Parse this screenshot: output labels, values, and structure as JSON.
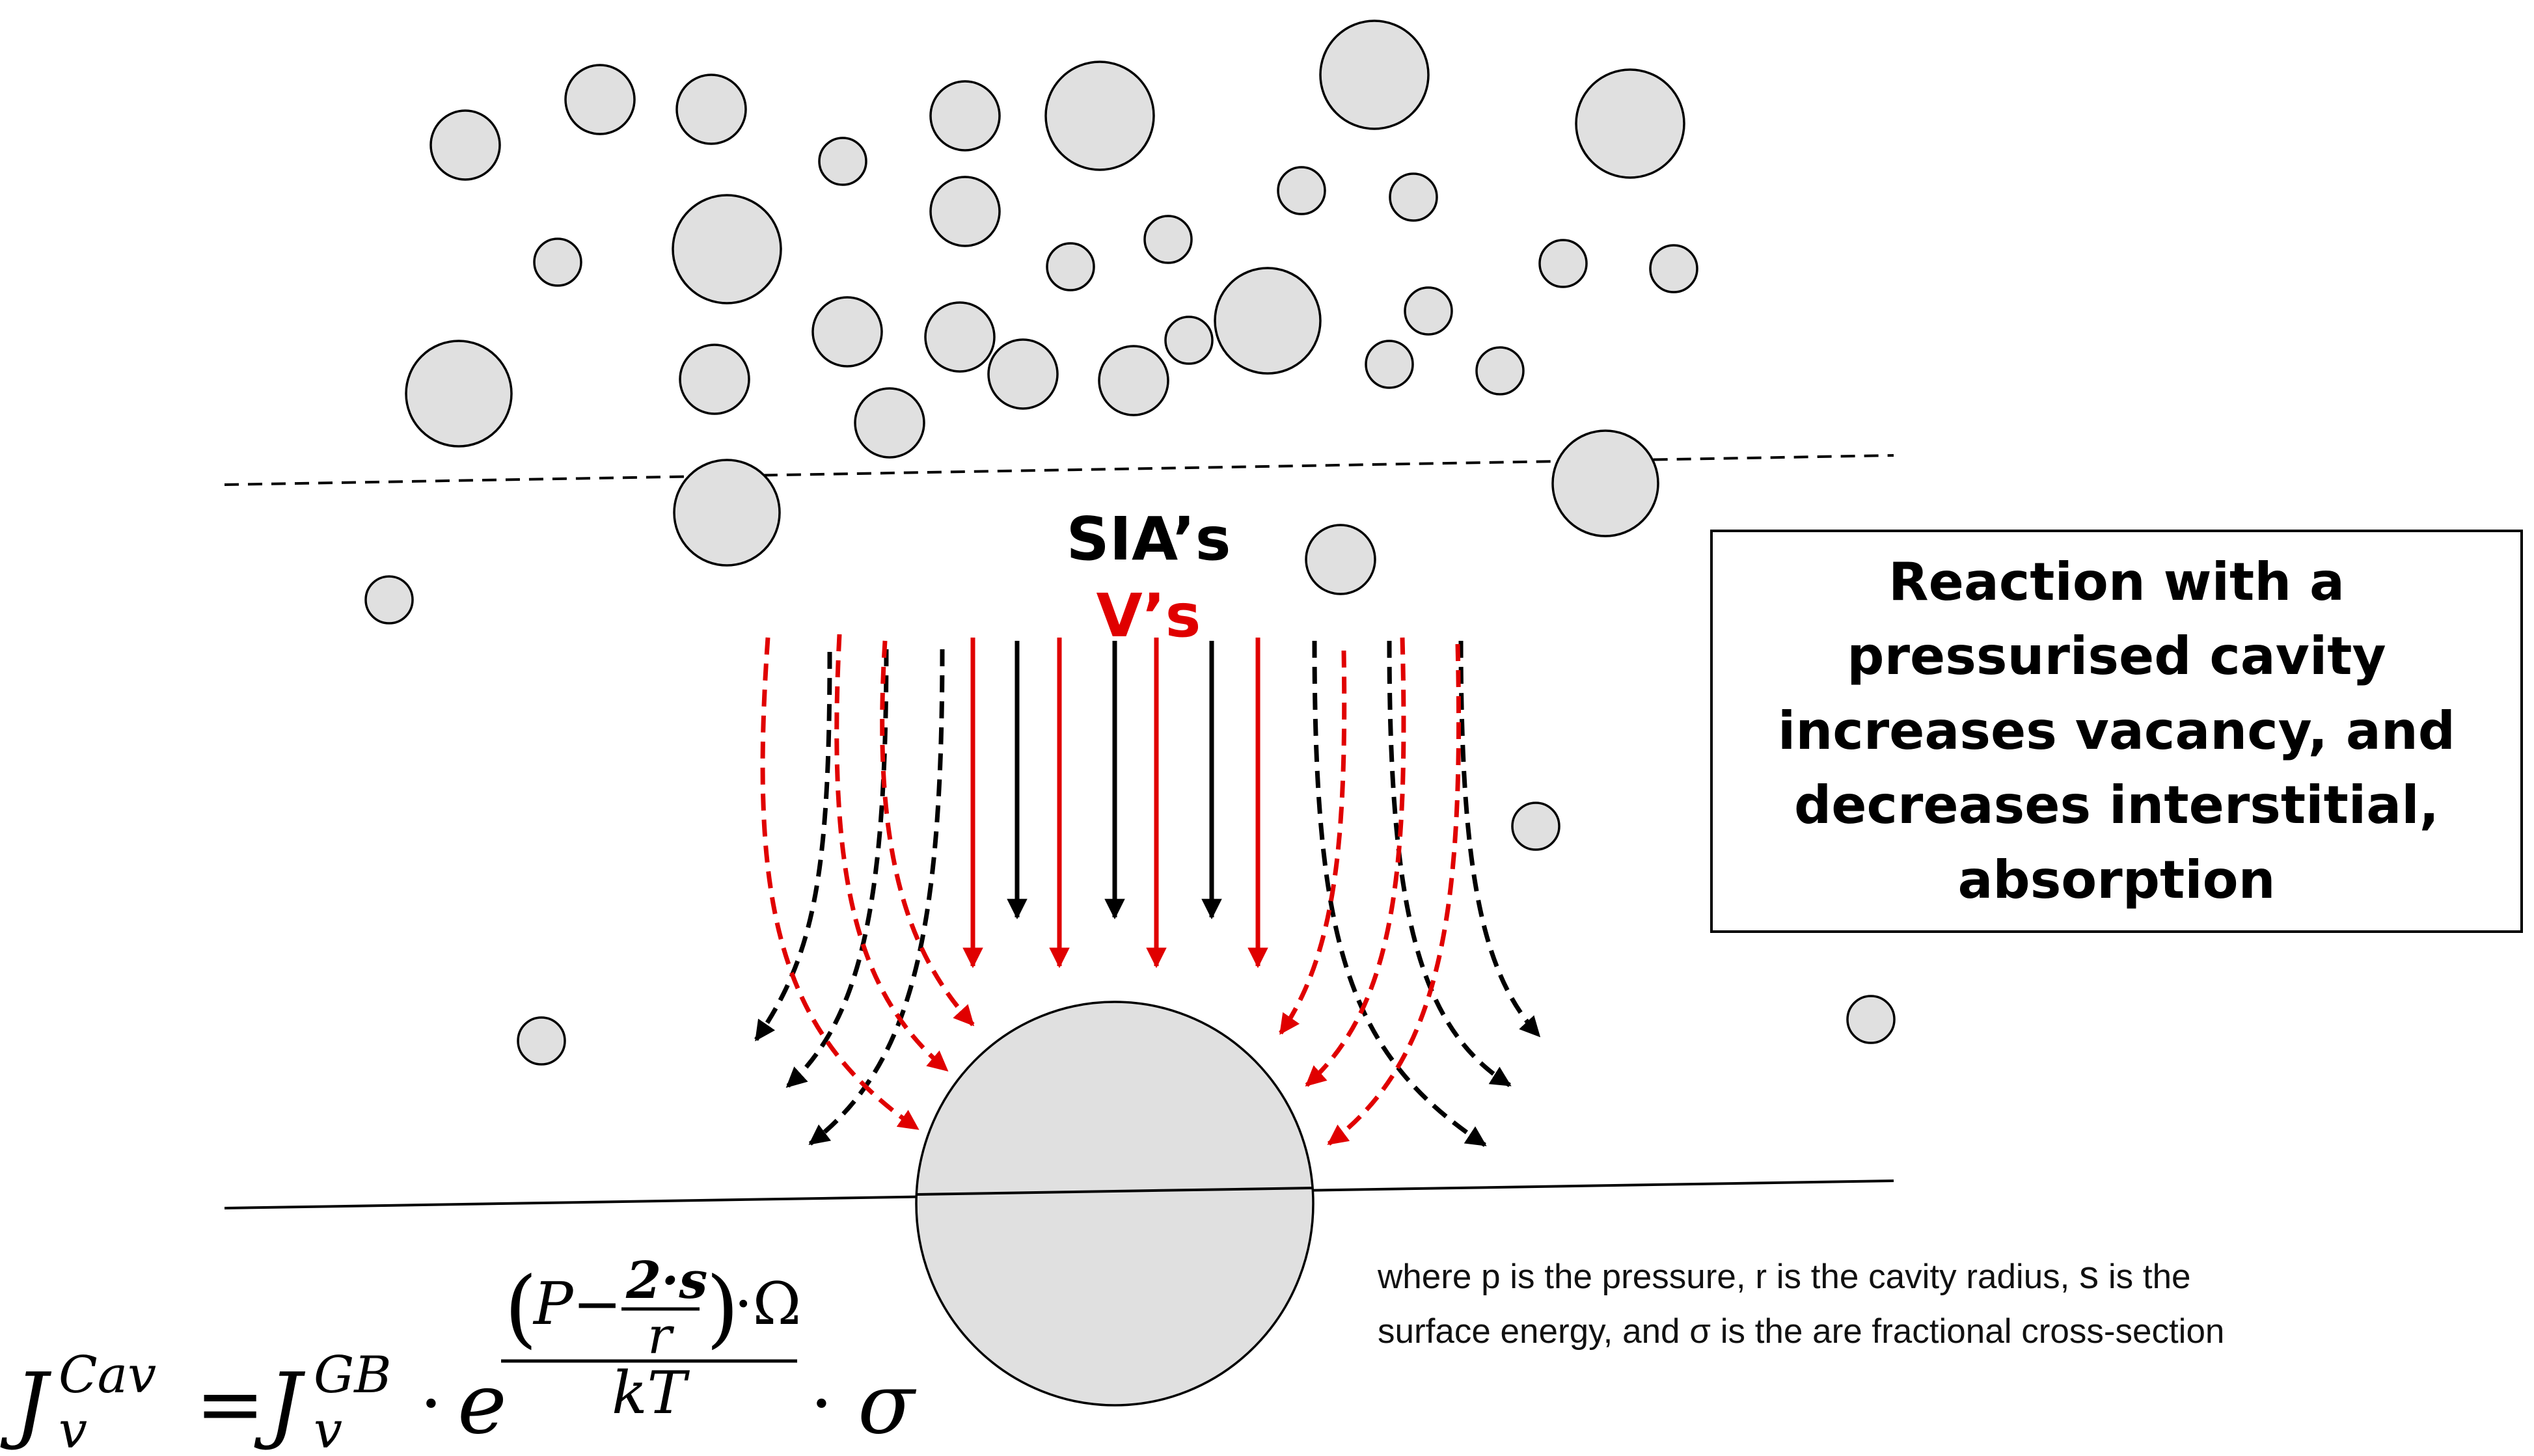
{
  "labels": {
    "sia": "SIA’s",
    "v": "V’s"
  },
  "callout": {
    "text": "Reaction with a pressurised cavity increases vacancy, and decreases interstitial, absorption"
  },
  "note": {
    "line1_a": "where p is the pressure, r is the cavity radius, ",
    "line1_b": "s",
    "line1_c": " is the",
    "line2": "surface energy, and σ is the are fractional cross-section"
  },
  "equation": {
    "lhs_J": "J",
    "lhs_sub": "v",
    "lhs_sup": "Cav",
    "equals": "=",
    "rhs_J": "J",
    "rhs_sub": "v",
    "rhs_sup": "GB",
    "dot": "·",
    "e": "e",
    "exp_P": "P",
    "exp_minus": "−",
    "exp_num": "2·s",
    "exp_den_r": "r",
    "exp_omega": "·Ω",
    "exp_kT": "kT",
    "sigma": "σ"
  },
  "colors": {
    "sia_arrows": "#000000",
    "vacancy_arrows": "#e00000",
    "bubble_fill": "#e0e0e0"
  }
}
